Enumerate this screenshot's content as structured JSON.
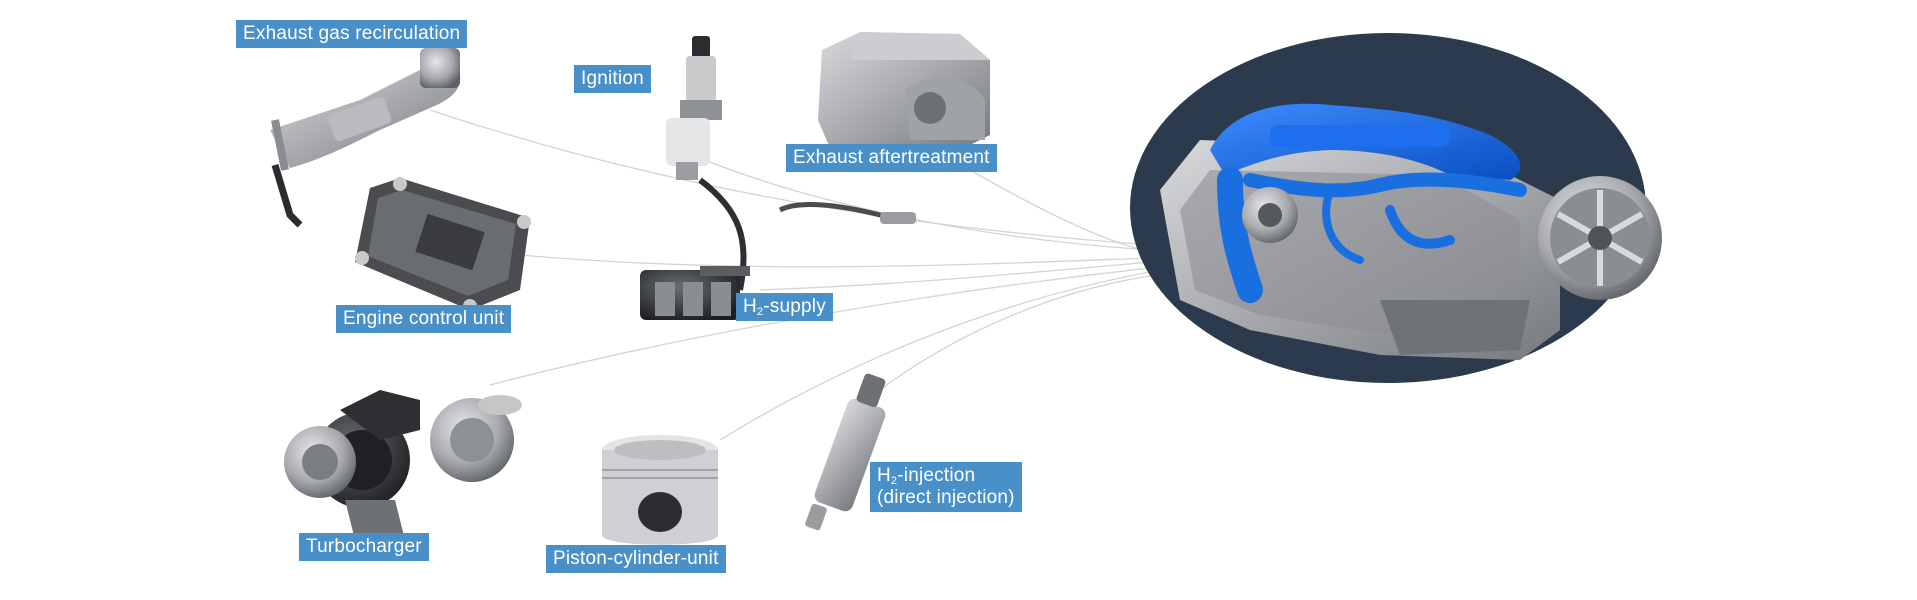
{
  "labels": {
    "egr": "Exhaust gas recirculation",
    "ignition": "Ignition",
    "aftertreatment": "Exhaust aftertreatment",
    "ecu": "Engine control unit",
    "h2_supply_prefix": "H",
    "h2_supply_sub": "2",
    "h2_supply_suffix": "-supply",
    "turbocharger": "Turbocharger",
    "piston": "Piston-cylinder-unit",
    "h2_injection_prefix": "H",
    "h2_injection_sub": "2",
    "h2_injection_suffix": "-injection",
    "h2_injection_line2": "(direct injection)"
  },
  "colors": {
    "label_bg": "#4a90c8",
    "label_text": "#ffffff",
    "engine_bg": "#2b3a4c",
    "engine_accent": "#1a6fe0",
    "component_gray": "#a9aaad",
    "connector_line": "#d4d4d4"
  }
}
